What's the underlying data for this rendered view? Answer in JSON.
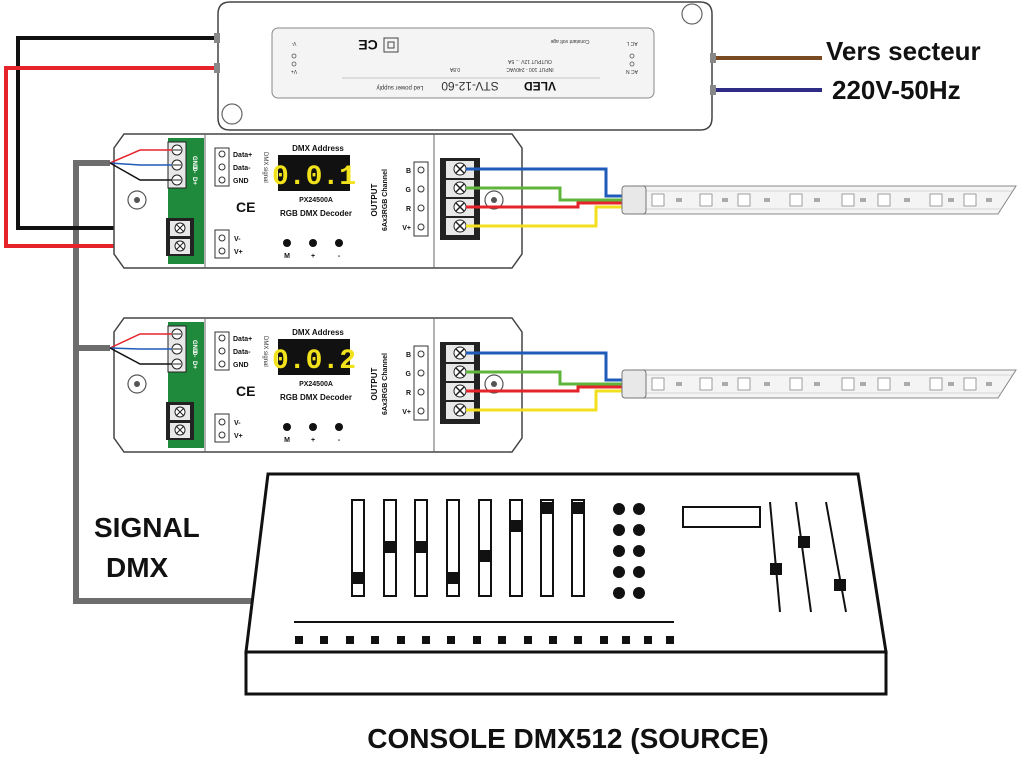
{
  "labels": {
    "mains_line1": "Vers secteur",
    "mains_line2": "220V-50Hz",
    "signal_line1": "SIGNAL",
    "signal_line2": "DMX",
    "console_caption": "CONSOLE DMX512 (SOURCE)"
  },
  "power_supply": {
    "model": "STV-12-60",
    "brand": "VLED",
    "subtitle": "Led power supply",
    "input": "INPUT 100 - 240VAC",
    "output": "OUTPUT 12V ... 5A",
    "current": "0.8A",
    "ce": "CE",
    "note": "Constant volt age",
    "left_terms": [
      "V-",
      "V+"
    ],
    "right_terms": [
      "AC L",
      "AC N"
    ]
  },
  "decoders": [
    {
      "address_title": "DMX Address",
      "address": "0.0.1",
      "model": "PX24500A",
      "name": "RGB DMX Decoder",
      "signal_terms": [
        "Data+",
        "Data-",
        "GND"
      ],
      "signal_group": "DMX signal",
      "power_terms": [
        "V-",
        "V+"
      ],
      "buttons": [
        "M",
        "+",
        "-"
      ],
      "output_label": "OUTPUT",
      "output_sub": "6Ax3RGB Channel",
      "channels": [
        "B",
        "G",
        "R",
        "V+"
      ],
      "ce": "CE",
      "terminal_labels": [
        "GND",
        "D-",
        "D+"
      ]
    },
    {
      "address_title": "DMX Address",
      "address": "0.0.2",
      "model": "PX24500A",
      "name": "RGB DMX Decoder",
      "signal_terms": [
        "Data+",
        "Data-",
        "GND"
      ],
      "signal_group": "DMX signal",
      "power_terms": [
        "V-",
        "V+"
      ],
      "buttons": [
        "M",
        "+",
        "-"
      ],
      "output_label": "OUTPUT",
      "output_sub": "6Ax3RGB Channel",
      "channels": [
        "B",
        "G",
        "R",
        "V+"
      ],
      "ce": "CE",
      "terminal_labels": [
        "GND",
        "D-",
        "D+"
      ]
    }
  ],
  "wire_colors": {
    "black": "#111111",
    "red": "#e5232a",
    "brown": "#7a4a22",
    "navy": "#2e2c86",
    "blue": "#1f5bb8",
    "green": "#5fb53a",
    "yellow": "#f2e01f",
    "gray": "#6d6d6d",
    "pcb_green": "#1f8a3c"
  }
}
